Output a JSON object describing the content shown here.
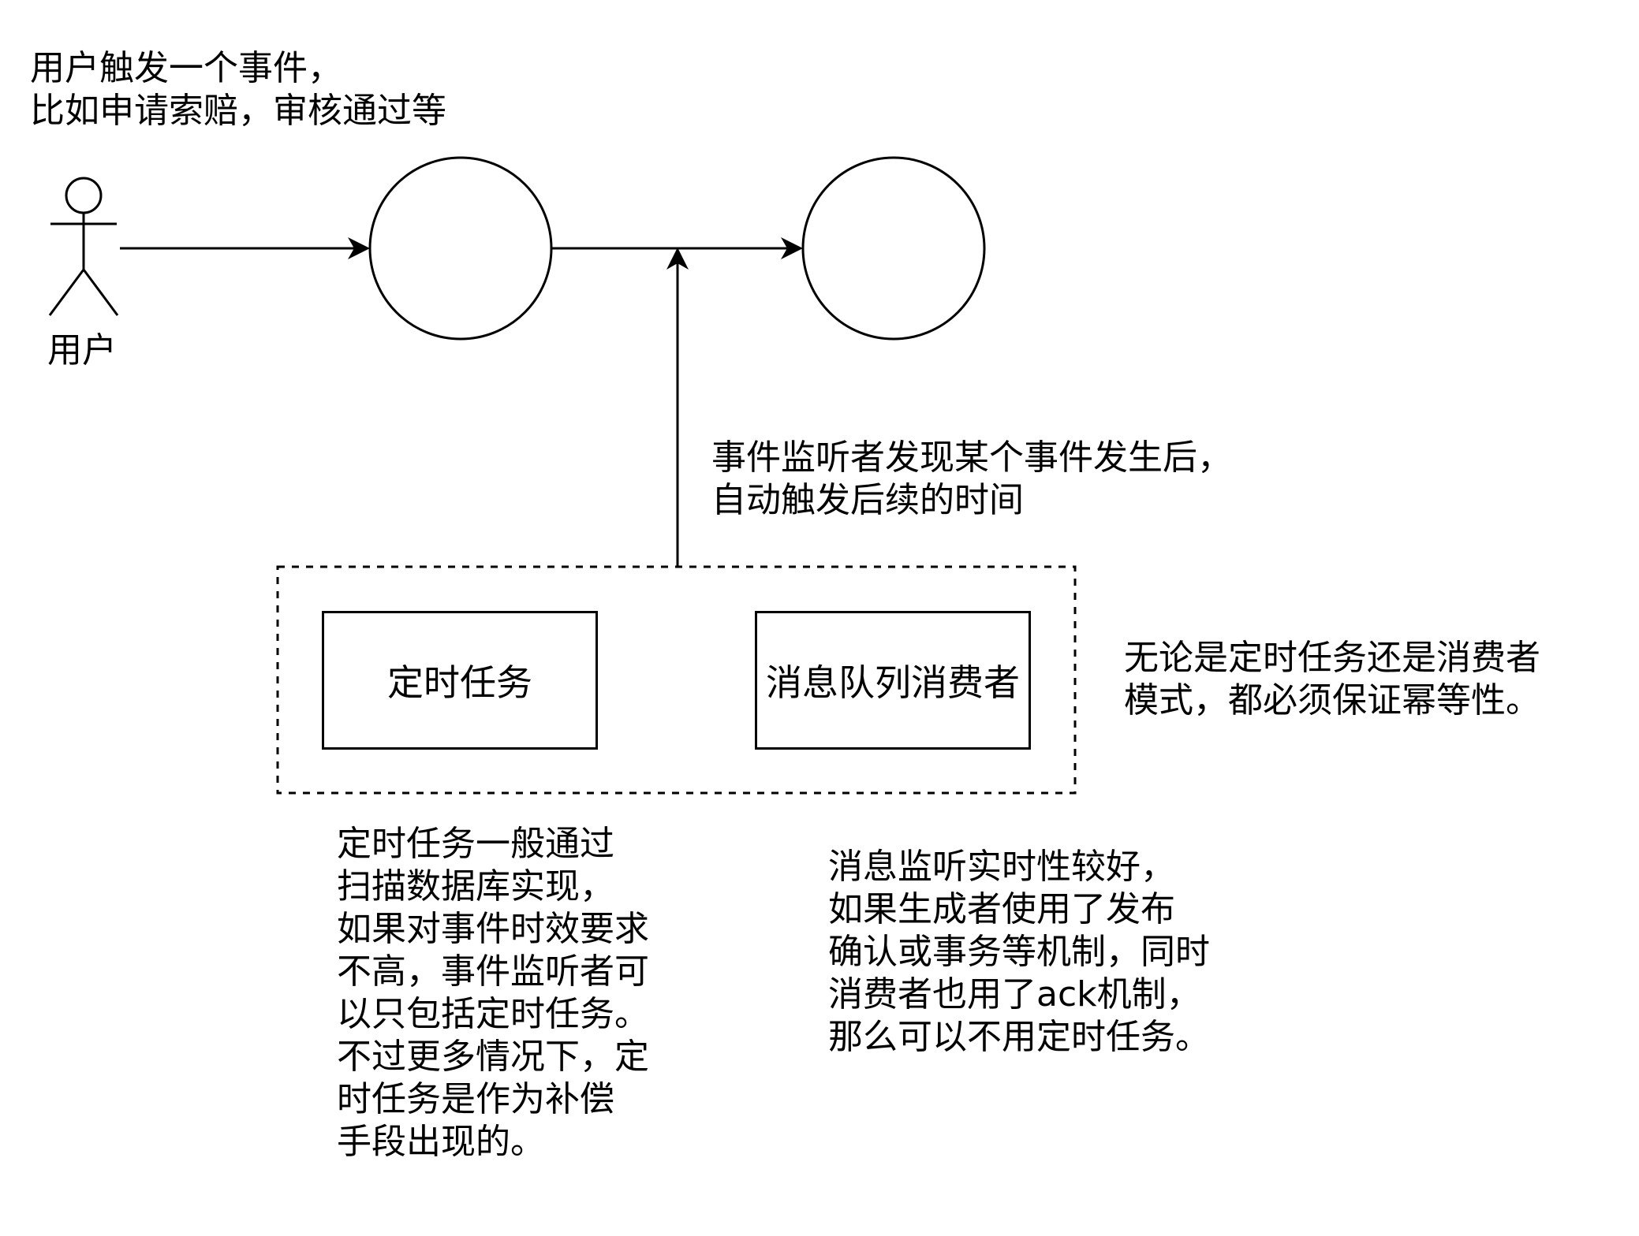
{
  "user_note": "用户触发一个事件，\n比如申请索赔，审核通过等",
  "actor_label": "用户",
  "listener_note": "事件监听者发现某个事件发生后，\n自动触发后续的时间",
  "box_scheduled_task": "定时任务",
  "box_mq_consumer": "消息队列消费者",
  "idempotency_note": "无论是定时任务还是消费者\n模式，都必须保证幂等性。",
  "scheduled_note": "定时任务一般通过\n扫描数据库实现，\n如果对事件时效要求\n不高，事件监听者可\n以只包括定时任务。\n不过更多情况下，定\n时任务是作为补偿\n手段出现的。",
  "mq_note": "消息监听实时性较好，\n如果生成者使用了发布\n确认或事务等机制，同时\n消费者也用了ack机制，\n那么可以不用定时任务。",
  "colors": {
    "stroke": "#000000",
    "background": "#ffffff"
  }
}
